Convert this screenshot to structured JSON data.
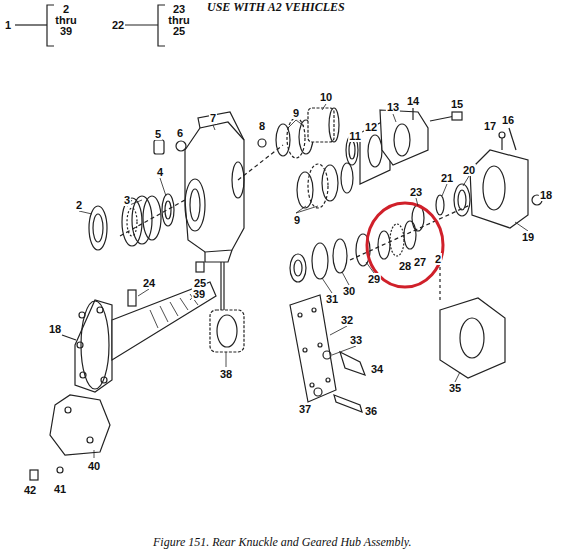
{
  "diagram": {
    "title": "USE WITH A2 VEHICLES",
    "caption": "Figure 151. Rear Knuckle and Geared Hub Assembly.",
    "labels": [
      "1",
      "2 thru 39",
      "22",
      "23 thru 25",
      "10",
      "13",
      "14",
      "15",
      "5",
      "6",
      "7",
      "8",
      "9",
      "11",
      "12",
      "16",
      "17",
      "20",
      "18",
      "4",
      "21",
      "23",
      "3",
      "2",
      "9",
      "19",
      "28",
      "27",
      "2",
      "29",
      "30",
      "31",
      "24",
      "25",
      "39",
      "18",
      "32",
      "33",
      "34",
      "35",
      "38",
      "37",
      "36",
      "40",
      "41",
      "42"
    ]
  }
}
